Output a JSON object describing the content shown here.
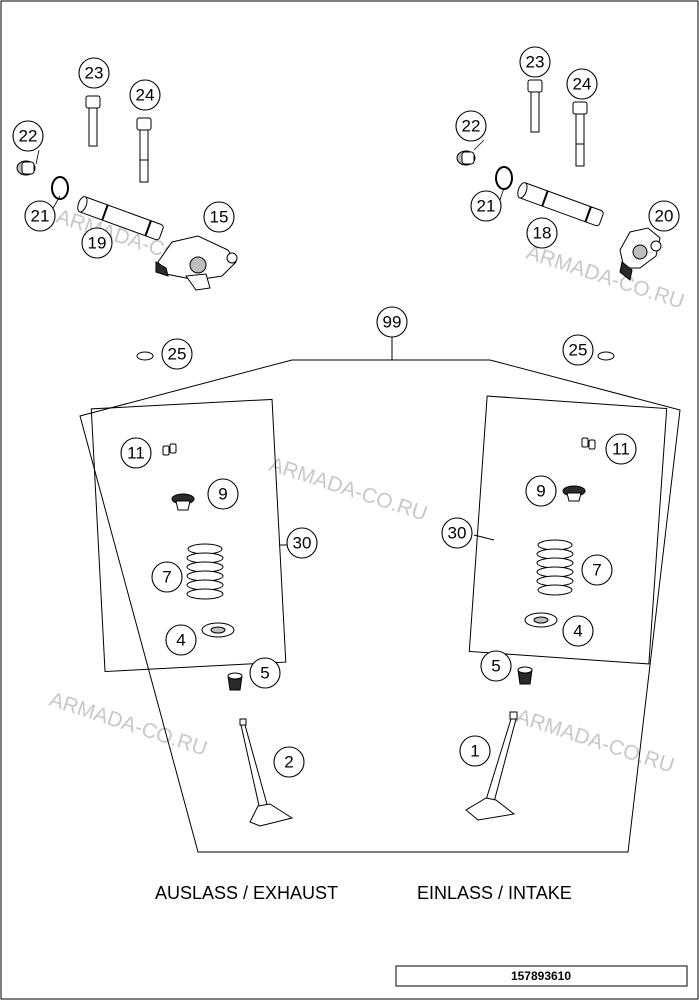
{
  "captions": {
    "exhaust": "AUSLASS / EXHAUST",
    "intake": "EINLASS / INTAKE"
  },
  "doc_number": "157893610",
  "watermark": "ARMADA-CO.RU",
  "callouts": {
    "l23": "23",
    "l24": "24",
    "l22": "22",
    "l21": "21",
    "l19": "19",
    "l15": "15",
    "r23": "23",
    "r24": "24",
    "r22": "22",
    "r21": "21",
    "r18": "18",
    "r20": "20",
    "c99": "99",
    "l25": "25",
    "r25": "25",
    "l11": "11",
    "l9": "9",
    "l30": "30",
    "l7": "7",
    "l4": "4",
    "l5": "5",
    "l2": "2",
    "r11": "11",
    "r9": "9",
    "r30": "30",
    "r7": "7",
    "r4": "4",
    "r5": "5",
    "r1": "1"
  }
}
